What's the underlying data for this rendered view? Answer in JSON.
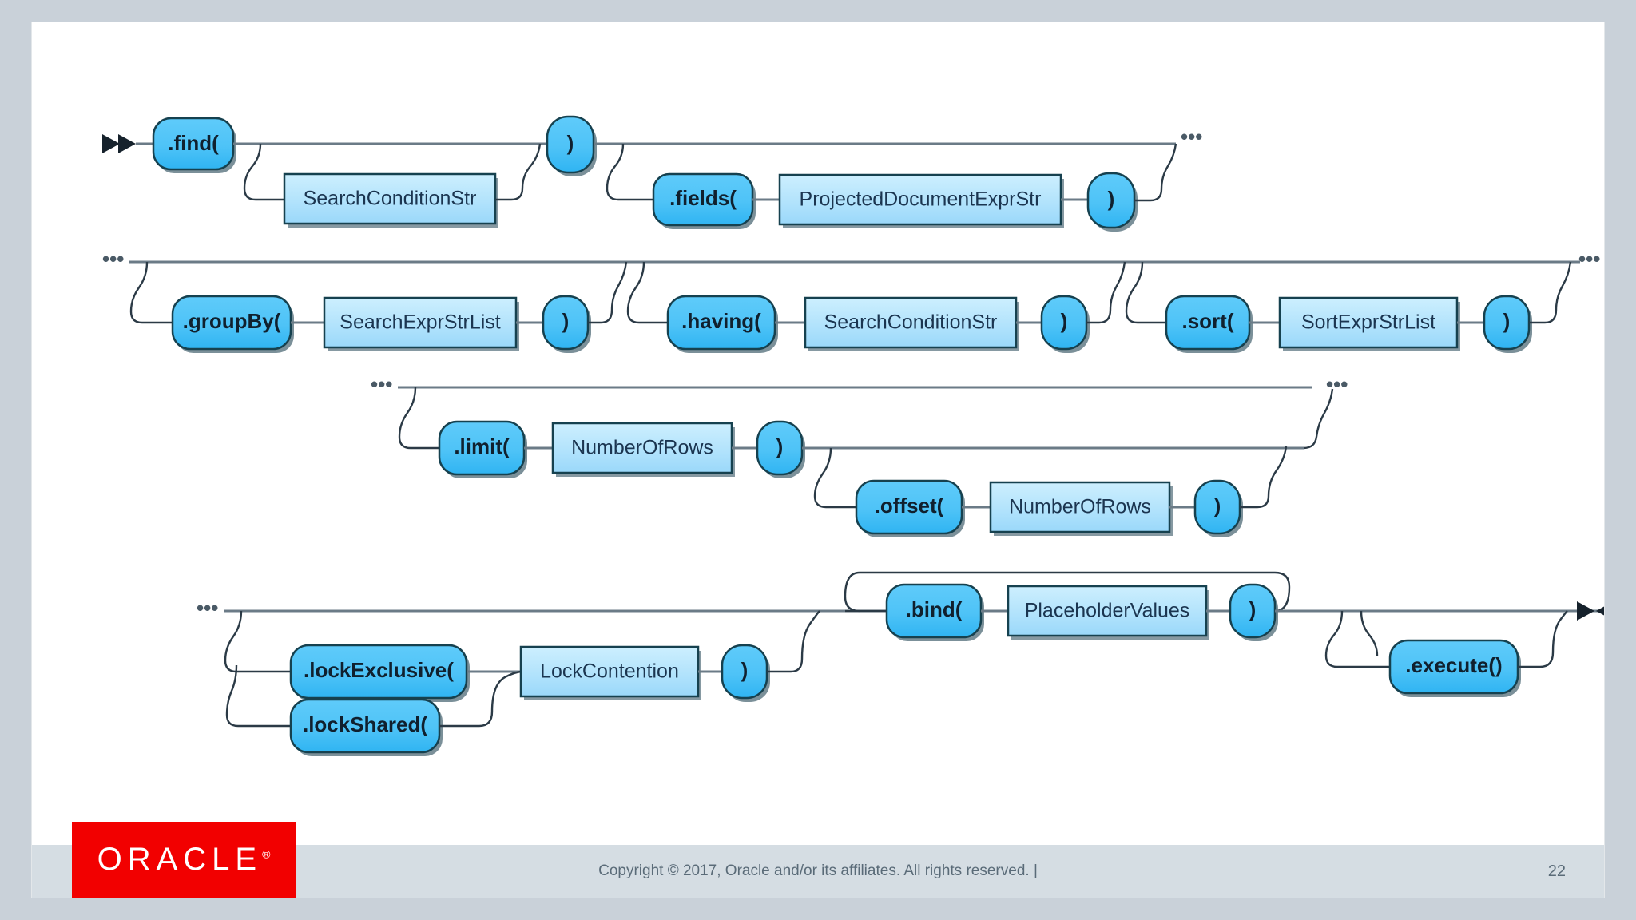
{
  "slide": {
    "page_number": "22",
    "footer_copyright": "Copyright © 2017, Oracle and/or its affiliates. All rights reserved.  |",
    "logo_text": "ORACLE",
    "logo_tm": "®"
  },
  "colors": {
    "terminal_fill": "#4ec3f7",
    "terminal_fill_dark": "#29b0f0",
    "terminal_stroke": "#16414f",
    "nonterminal_fill": "#a5dcfb",
    "nonterminal_fill_light": "#c9ecfe",
    "nonterminal_stroke": "#16414f",
    "rail": "#6b7b87",
    "slide_bg": "#ffffff",
    "page_bg": "#c9d1d9",
    "footer_bg": "#d5dde3",
    "oracle_red": "#f20000"
  },
  "diagram": {
    "type": "railroad-syntax-diagram",
    "continuation_marker": "•••",
    "rows": [
      {
        "id": "row-1",
        "start_marker": "start-arrow",
        "end_marker": "continuation-dots",
        "nodes": [
          {
            "id": "find",
            "kind": "terminal",
            "label": ".find("
          },
          {
            "id": "search-condition-str-1",
            "kind": "nonterminal",
            "label": "SearchConditionStr"
          },
          {
            "id": "close-paren-1",
            "kind": "terminal",
            "label": ")"
          },
          {
            "id": "fields",
            "kind": "terminal",
            "label": ".fields("
          },
          {
            "id": "projected-document-expr-str",
            "kind": "nonterminal",
            "label": "ProjectedDocumentExprStr"
          },
          {
            "id": "close-paren-2",
            "kind": "terminal",
            "label": ")"
          }
        ]
      },
      {
        "id": "row-2",
        "start_marker": "continuation-dots",
        "end_marker": "continuation-dots",
        "nodes": [
          {
            "id": "group-by",
            "kind": "terminal",
            "label": ".groupBy("
          },
          {
            "id": "search-expr-str-list",
            "kind": "nonterminal",
            "label": "SearchExprStrList"
          },
          {
            "id": "close-paren-3",
            "kind": "terminal",
            "label": ")"
          },
          {
            "id": "having",
            "kind": "terminal",
            "label": ".having("
          },
          {
            "id": "search-condition-str-2",
            "kind": "nonterminal",
            "label": "SearchConditionStr"
          },
          {
            "id": "close-paren-4",
            "kind": "terminal",
            "label": ")"
          },
          {
            "id": "sort",
            "kind": "terminal",
            "label": ".sort("
          },
          {
            "id": "sort-expr-str-list",
            "kind": "nonterminal",
            "label": "SortExprStrList"
          },
          {
            "id": "close-paren-5",
            "kind": "terminal",
            "label": ")"
          }
        ]
      },
      {
        "id": "row-3",
        "start_marker": "continuation-dots",
        "end_marker": "continuation-dots",
        "nodes": [
          {
            "id": "limit",
            "kind": "terminal",
            "label": ".limit("
          },
          {
            "id": "number-of-rows-1",
            "kind": "nonterminal",
            "label": "NumberOfRows"
          },
          {
            "id": "close-paren-6",
            "kind": "terminal",
            "label": ")"
          },
          {
            "id": "offset",
            "kind": "terminal",
            "label": ".offset("
          },
          {
            "id": "number-of-rows-2",
            "kind": "nonterminal",
            "label": "NumberOfRows"
          },
          {
            "id": "close-paren-7",
            "kind": "terminal",
            "label": ")"
          }
        ]
      },
      {
        "id": "row-4",
        "start_marker": "continuation-dots",
        "end_marker": "end-arrow",
        "nodes": [
          {
            "id": "lock-exclusive",
            "kind": "terminal",
            "label": ".lockExclusive("
          },
          {
            "id": "lock-shared",
            "kind": "terminal",
            "label": ".lockShared("
          },
          {
            "id": "lock-contention",
            "kind": "nonterminal",
            "label": "LockContention"
          },
          {
            "id": "close-paren-8",
            "kind": "terminal",
            "label": ")"
          },
          {
            "id": "bind",
            "kind": "terminal",
            "label": ".bind("
          },
          {
            "id": "placeholder-values",
            "kind": "nonterminal",
            "label": "PlaceholderValues"
          },
          {
            "id": "close-paren-9",
            "kind": "terminal",
            "label": ")"
          },
          {
            "id": "execute",
            "kind": "terminal",
            "label": ".execute()"
          }
        ]
      }
    ]
  }
}
